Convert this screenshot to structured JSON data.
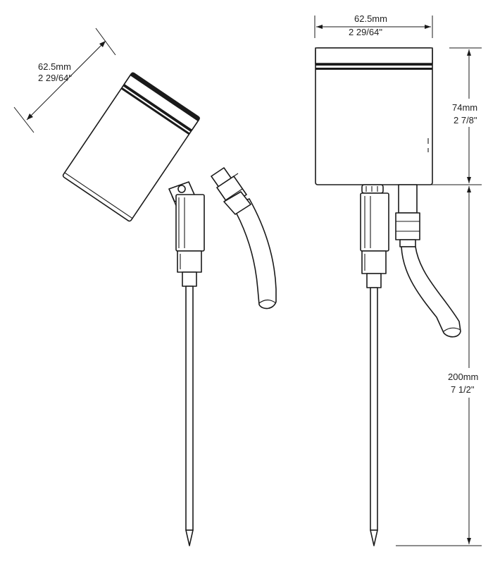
{
  "diagram": {
    "side_view": {
      "width_mm": "62.5mm",
      "width_in": "2 29/64\""
    },
    "front_view": {
      "width_mm": "62.5mm",
      "width_in": "2 29/64\"",
      "head_height_mm": "74mm",
      "head_height_in": "2 7/8\"",
      "stake_length_mm": "200mm",
      "stake_length_in": "7 1/2\""
    },
    "colors": {
      "line": "#1a1a1a",
      "background": "#ffffff"
    }
  }
}
